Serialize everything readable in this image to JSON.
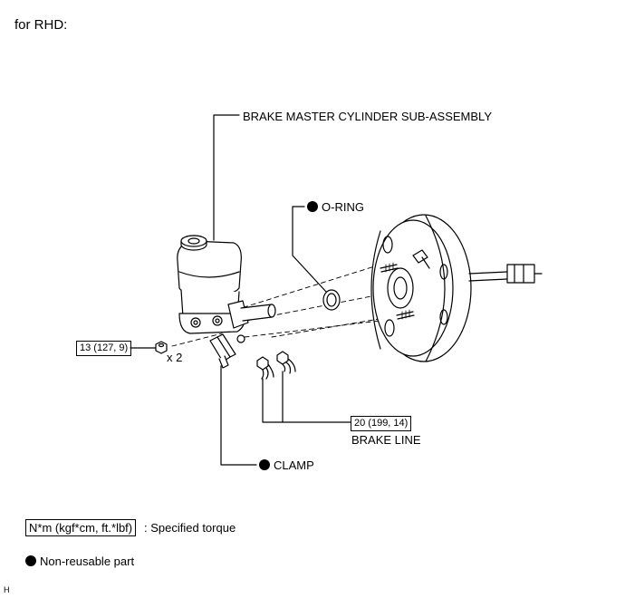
{
  "header": {
    "variant": "for RHD:"
  },
  "labels": {
    "master_cylinder": "BRAKE MASTER CYLINDER SUB-ASSEMBLY",
    "o_ring": "O-RING",
    "nut_torque": "13 (127, 9)",
    "nut_qty": "x 2",
    "line_torque": "20 (199, 14)",
    "brake_line": "BRAKE LINE",
    "clamp": "CLAMP"
  },
  "legend": {
    "torque_box": "N*m (kgf*cm, ft.*lbf)",
    "torque_desc": ": Specified torque",
    "nonreusable_desc": "Non-reusable part"
  },
  "corner_mark": "H",
  "colors": {
    "ink": "#000000",
    "background": "#ffffff"
  }
}
